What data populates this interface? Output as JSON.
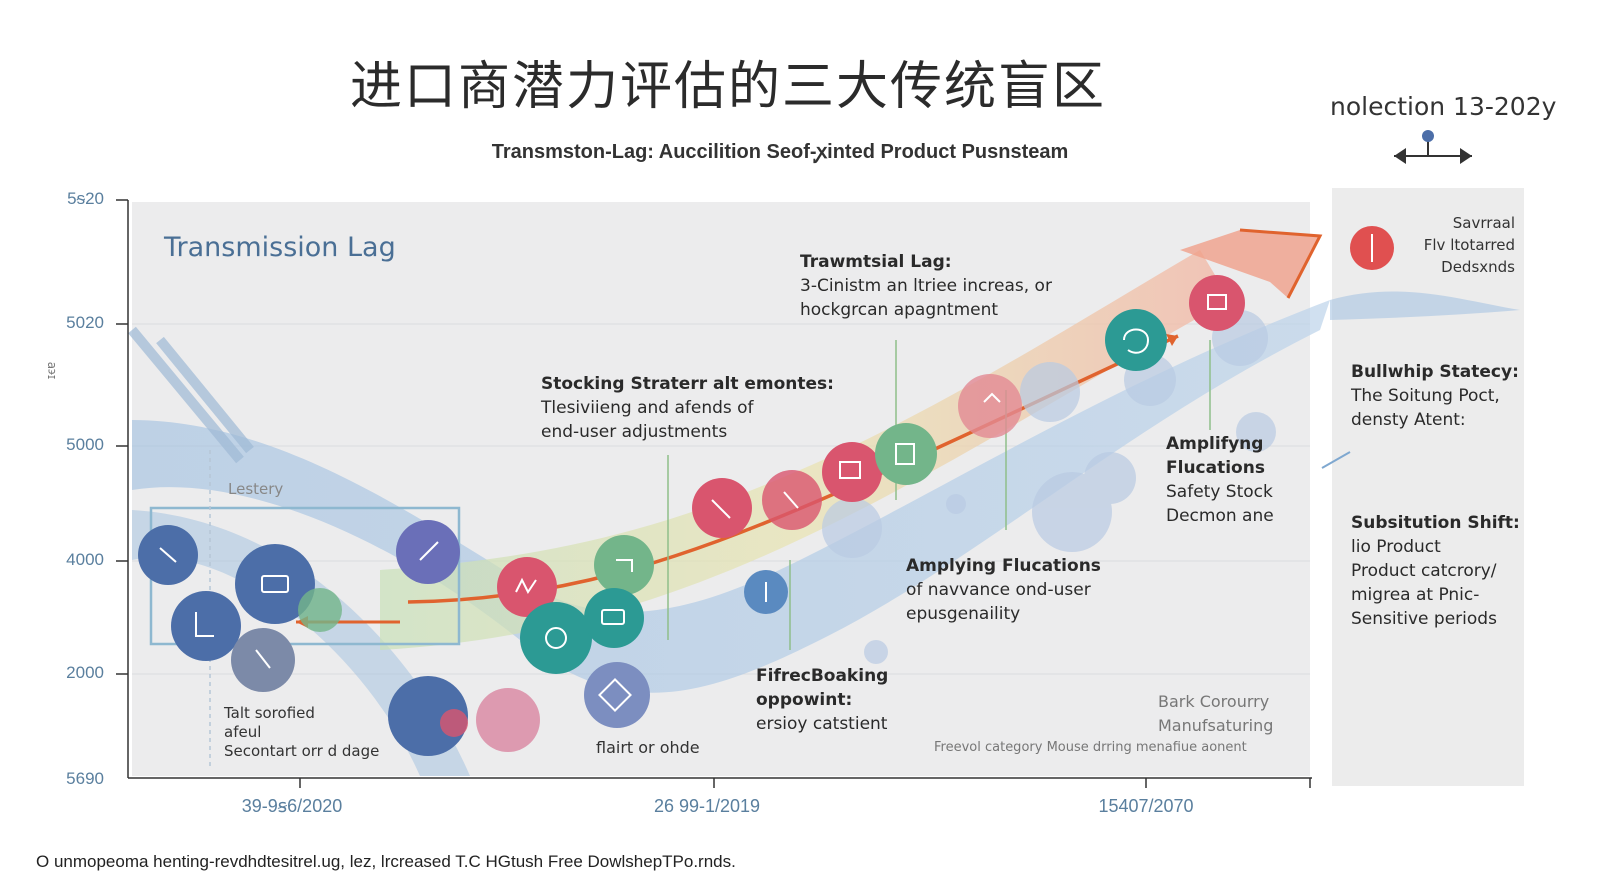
{
  "header": {
    "title": "进口商潜力评估的三大传统盲区",
    "subtitle": "Transmston-Lag: Auccilition Seof-ꭙinted Product Pusnsteam",
    "corner_label": "nolection 13-202y"
  },
  "axes": {
    "y_ticks": [
      "5ᵴ20",
      "5020",
      "5000",
      "4000",
      "2000",
      "5690"
    ],
    "x_ticks": [
      "39-9ꞩ6/2020",
      "26 99-1/2019",
      "15407/2070"
    ],
    "y_label": "ɪꞓɐ"
  },
  "section_title": "Transmission Lag",
  "annotations": {
    "trawmtsial_title": "Trawmtsial Lag:",
    "trawmtsial_line1": "3-Cinistm an ltriee increas, or",
    "trawmtsial_line2": "hockgrcan apagntment",
    "stocking_title": "Stocking Straterr alt emontes:",
    "stocking_line1": "Tlesiviieng and afends of",
    "stocking_line2": "end-user adjustments",
    "amplifying_right_title1": "Amplifyng",
    "amplifying_right_title2": "Flucations",
    "amplifying_right_line1": "Safety Stock",
    "amplifying_right_line2": "Decmon ane",
    "amplifying_mid_title": "Amplying Flucations",
    "amplifying_mid_line1": "of navvance ond-user",
    "amplifying_mid_line2": "epusgenaility",
    "fifrec_title1": "FifrecBoaking",
    "fifrec_title2": "oppowint:",
    "fifrec_line1": "ersioy catstient",
    "lestery": "Lestery",
    "talt_line1": "Talt sorofied",
    "talt_line2": "afeul",
    "talt_line3": "Secontart orr d dage",
    "flairt": "flairt or ohde",
    "bark_line1": "Bark Corourry",
    "bark_line2": "Manufsaturing",
    "freeval": "Freevol category Mouse drring menafiue aonent"
  },
  "side_panel": {
    "legend_line1": "Savrraal",
    "legend_line2": "Flv ltotarred",
    "legend_line3": "Dedsxnds",
    "bullwhip_title": "Bullwhip Statecy:",
    "bullwhip_line1": "The Soitung Poct,",
    "bullwhip_line2": "densty Atent:",
    "subsitution_title": "Subsitution Shift:",
    "subsitution_line1": "lio Product",
    "subsitution_line2": "Product catcrory/",
    "subsitution_line3": "migrea at Pnic-",
    "subsitution_line4": "Sensitive periods"
  },
  "footnote": "O unmopeoma henting-revdhdtesitrel.ug, lez, lrcreased T.C HGtush Free DowlshepTPo.rnds.",
  "colors": {
    "axis_text": "#5a7f9e",
    "arrow_orange": "#e0632e",
    "teal": "#2c9a94",
    "pink": "#d9556e",
    "navy": "#4c6ea8",
    "green": "#73b58a",
    "blue_band": "#a9c4e3"
  },
  "icons": [
    "hand-icon",
    "briefcase-icon",
    "touch-icon",
    "chart-icon",
    "arrow-icon",
    "box-icon",
    "target-icon",
    "battery-icon",
    "diamond-icon",
    "heart-icon",
    "bar-icon",
    "info-icon"
  ]
}
